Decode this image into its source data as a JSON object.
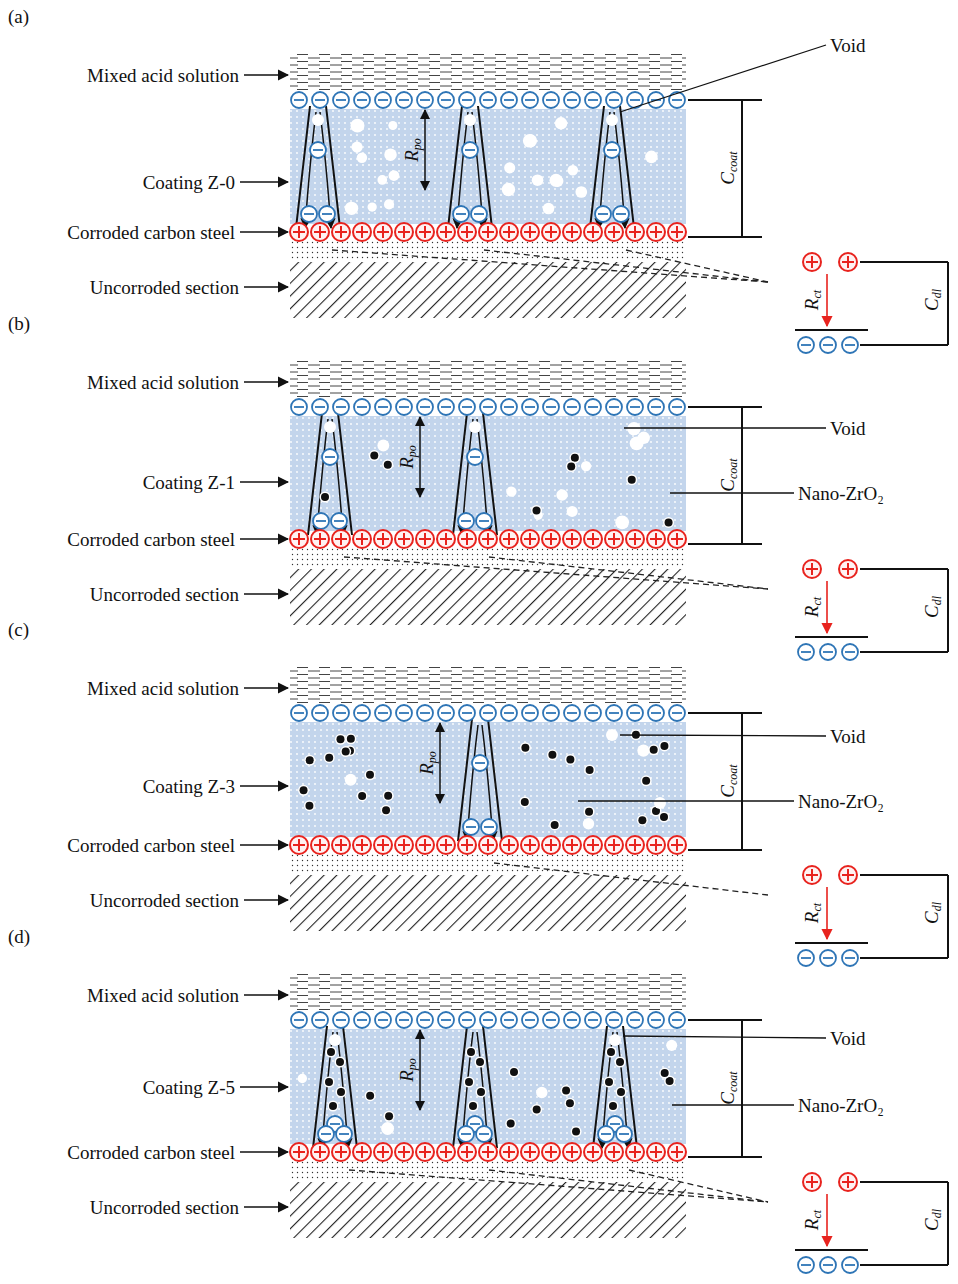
{
  "diagram": {
    "labels": [
      "(a)",
      "Mixed acid solution",
      "Coating Z-0",
      "Corroded carbon steel",
      "Uncorroded section",
      "Void",
      "Rpo",
      "Ccoat",
      "Rct",
      "Cdl",
      "(b)",
      "Mixed acid solution",
      "Coating Z-1",
      "Corroded carbon steel",
      "Uncorroded section",
      "Void",
      "Nano-ZrO₂",
      "Rpo",
      "Ccoat",
      "Rct",
      "Cdl",
      "(c)",
      "Mixed acid solution",
      "Coating Z-3",
      "Corroded carbon steel",
      "Uncorroded section",
      "Void",
      "Nano-ZrO₂",
      "Rpo",
      "Ccoat",
      "Rct",
      "Cdl",
      "(d)",
      "Mixed acid solution",
      "Coating Z-5",
      "Corroded carbon steel",
      "Uncorroded section",
      "Void",
      "Nano-ZrO₂",
      "Rpo",
      "Ccoat",
      "Rct",
      "Cdl"
    ]
  }
}
